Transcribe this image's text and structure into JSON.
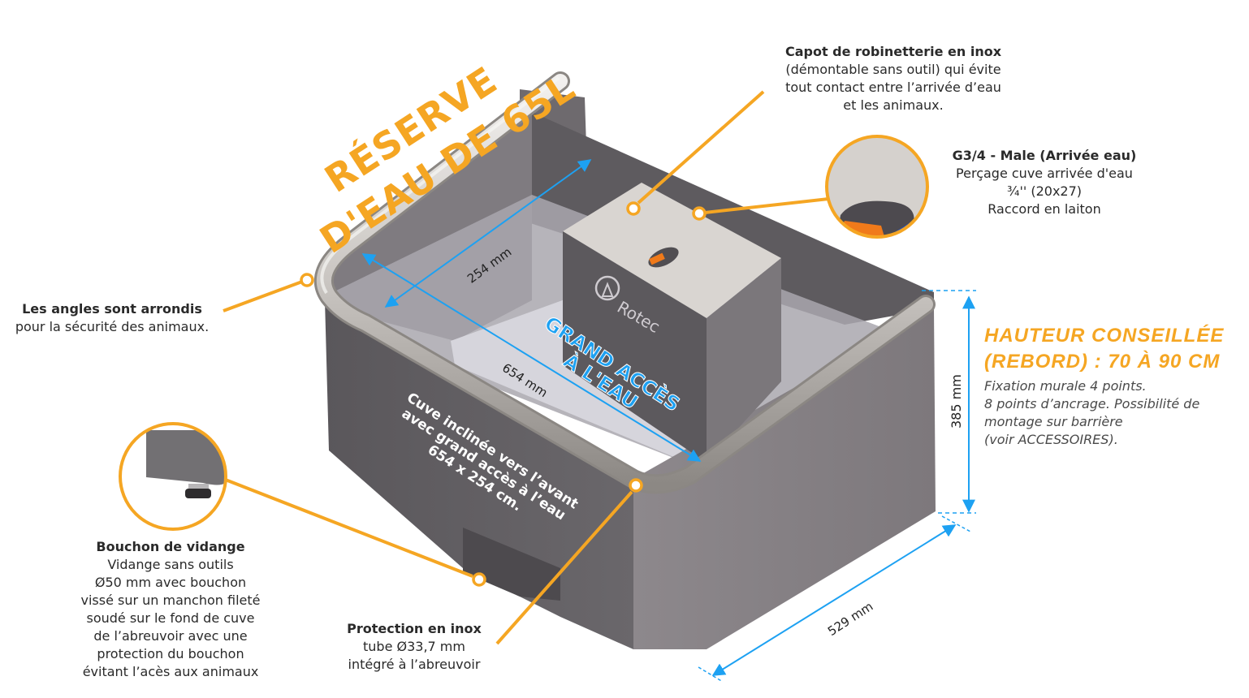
{
  "colors": {
    "accent_orange": "#f5a623",
    "dimension_blue": "#1da1f2",
    "tank_dark": "#5e5b5f",
    "tank_mid": "#8a8589",
    "tube_light": "#d8d4d0"
  },
  "headline": {
    "line1": "RÉSERVE",
    "line2": "D'EAU DE 65L"
  },
  "grand_acces": {
    "line1": "GRAND ACCÈS",
    "line2": "À L'EAU"
  },
  "brand": "Rotec",
  "callouts": {
    "capot": {
      "title": "Capot de robinetterie en inox",
      "lines": [
        "(démontable sans outil) qui évite",
        "tout contact entre l’arrivée d’eau",
        "et les animaux."
      ]
    },
    "g34": {
      "title": "G3/4 - Male (Arrivée eau)",
      "lines": [
        "Perçage cuve arrivée d'eau",
        "¾'' (20x27)",
        "Raccord en laiton"
      ]
    },
    "angles": {
      "title": "Les angles sont arrondis",
      "lines": [
        "pour la sécurité des animaux."
      ]
    },
    "bouchon": {
      "title": "Bouchon de vidange",
      "lines": [
        "Vidange sans outils",
        "Ø50 mm avec bouchon",
        "vissé sur un manchon fileté",
        "soudé sur le fond de cuve",
        "de l’abreuvoir avec une",
        "protection du bouchon",
        "évitant l’acès aux animaux"
      ]
    },
    "protection": {
      "title": "Protection en inox",
      "lines": [
        "tube Ø33,7 mm",
        "intégré à l’abreuvoir"
      ]
    },
    "cuve": {
      "lines": [
        "Cuve inclinée vers l’avant",
        "avec grand accès à l’eau",
        "654 x 254 cm."
      ]
    }
  },
  "hauteur": {
    "title_line1": "HAUTEUR CONSEILLÉE",
    "title_line2": "(REBORD) : 70 À 90 CM",
    "lines": [
      "Fixation murale 4 points.",
      "8 points d’ancrage. Possibilité de",
      "montage sur barrière",
      "(voir ACCESSOIRES)."
    ]
  },
  "dimensions": {
    "depth": "254 mm",
    "length": "654 mm",
    "height": "385 mm",
    "width": "529 mm"
  }
}
